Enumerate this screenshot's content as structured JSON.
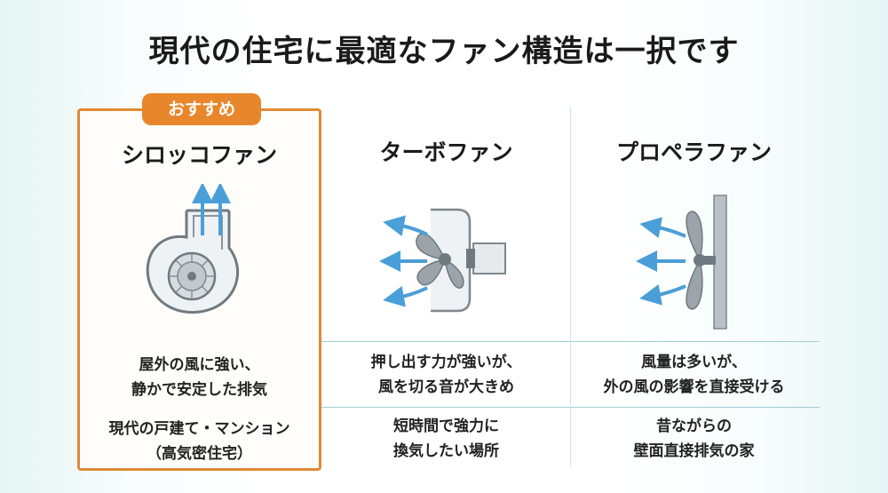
{
  "title": "現代の住宅に最適なファン構造は一択です",
  "colors": {
    "accent": "#e8862b",
    "arrow": "#4a9fd8",
    "divider": "#9fcfd2"
  },
  "columns": [
    {
      "badge": "おすすめ",
      "name": "シロッコファン",
      "desc": [
        "屋外の風に強い、",
        "静かで安定した排気"
      ],
      "use": [
        "現代の戸建て・マンション",
        "（高気密住宅）"
      ]
    },
    {
      "name": "ターボファン",
      "desc": [
        "押し出す力が強いが、",
        "風を切る音が大きめ"
      ],
      "use": [
        "短時間で強力に",
        "換気したい場所"
      ]
    },
    {
      "name": "プロペラファン",
      "desc": [
        "風量は多いが、",
        "外の風の影響を直接受ける"
      ],
      "use": [
        "昔ながらの",
        "壁面直接排気の家"
      ]
    }
  ]
}
